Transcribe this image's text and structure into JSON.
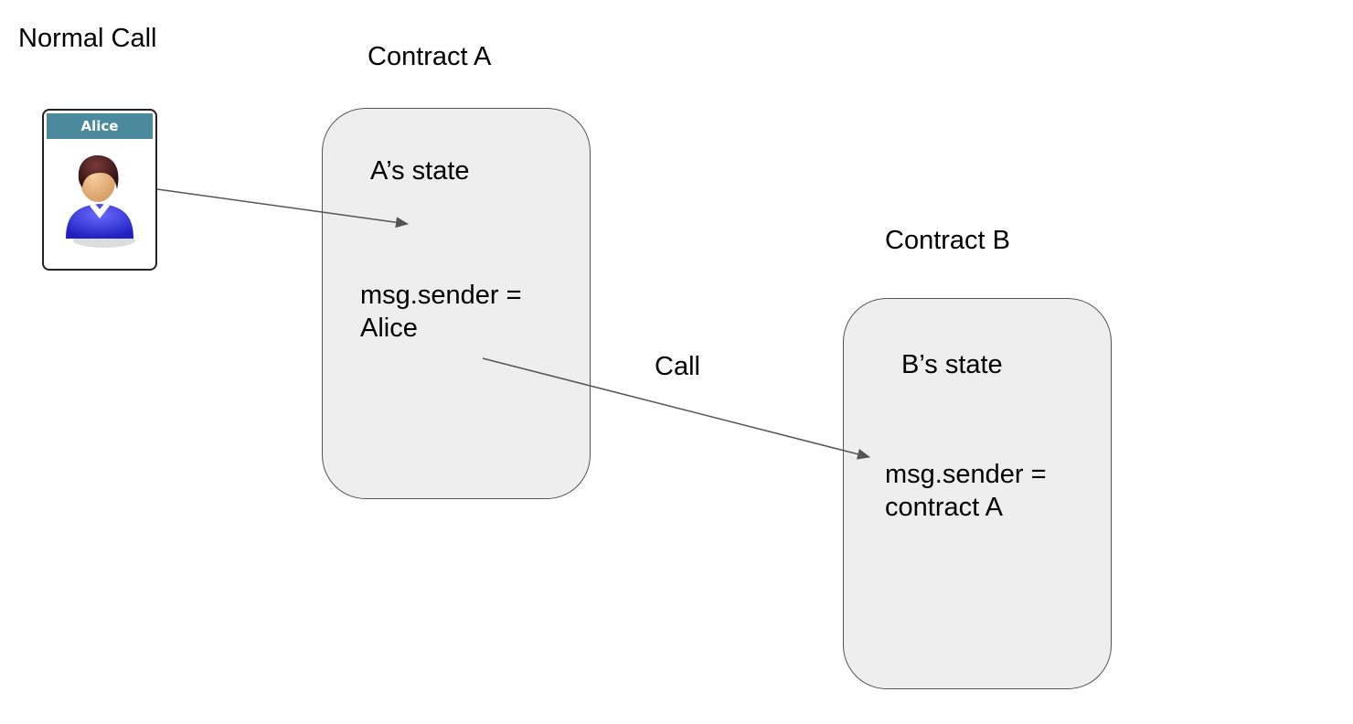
{
  "diagram": {
    "title": "Normal Call",
    "user": {
      "name": "Alice",
      "icon": "person-icon",
      "header_color": "#4a8a9c"
    },
    "contract_a": {
      "title": "Contract A",
      "state_label": "A’s state",
      "sender_line1": "msg.sender =",
      "sender_line2": "Alice"
    },
    "contract_b": {
      "title": "Contract B",
      "state_label": "B’s state",
      "sender_line1": "msg.sender =",
      "sender_line2": "contract A"
    },
    "call_label": "Call",
    "colors": {
      "box_fill": "#eeeeee",
      "box_border": "#555555",
      "arrow": "#555555"
    }
  }
}
